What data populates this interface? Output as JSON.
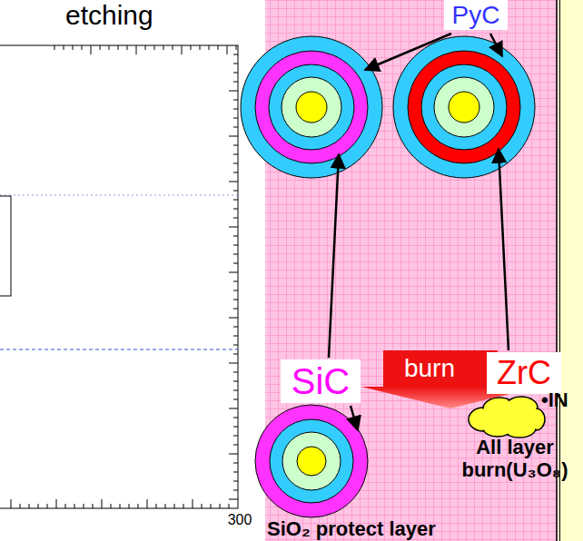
{
  "diagram": {
    "nodes": [
      {
        "text": [
          "PyC"
        ]
      },
      {
        "text": [
          "SiC"
        ]
      },
      {
        "text": [
          "burn"
        ]
      },
      {
        "text": [
          "ZrC"
        ]
      }
    ],
    "labels": [
      "etching",
      "300",
      "SiO₂ protect layer",
      "All layer burn(U₃O₈)",
      "•IN"
    ]
  }
}
